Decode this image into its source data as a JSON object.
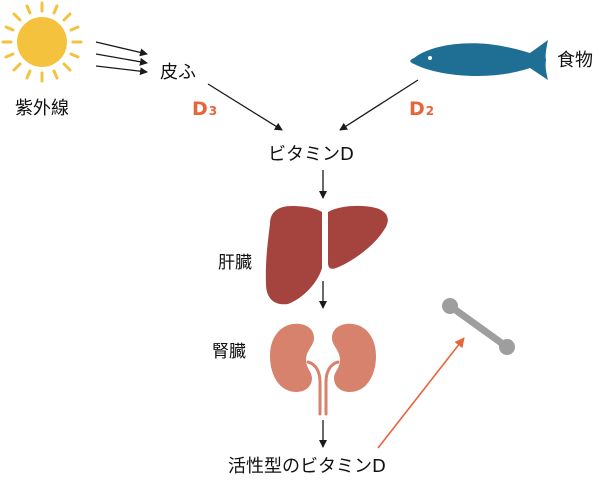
{
  "labels": {
    "sunlight": "紫外線",
    "skin": "皮ふ",
    "food": "食物",
    "d3_main": "D",
    "d3_sub": "3",
    "d2_main": "D",
    "d2_sub": "2",
    "vitamin_d": "ビタミンD",
    "liver": "肝臓",
    "kidney": "腎臓",
    "active_vitamin_d": "活性型のビタミンD"
  },
  "colors": {
    "sun": "#f4c23c",
    "fish": "#1f6f94",
    "liver": "#a5443f",
    "kidney": "#d7826c",
    "bone": "#9e9e9e",
    "accent_arrow": "#e8643a",
    "arrow": "#1a1a1a",
    "d_label": "#e8643a"
  },
  "icons": {
    "sun": "sun-icon",
    "fish": "fish-icon",
    "liver": "liver-icon",
    "kidneys": "kidneys-icon",
    "bone": "bone-icon"
  }
}
